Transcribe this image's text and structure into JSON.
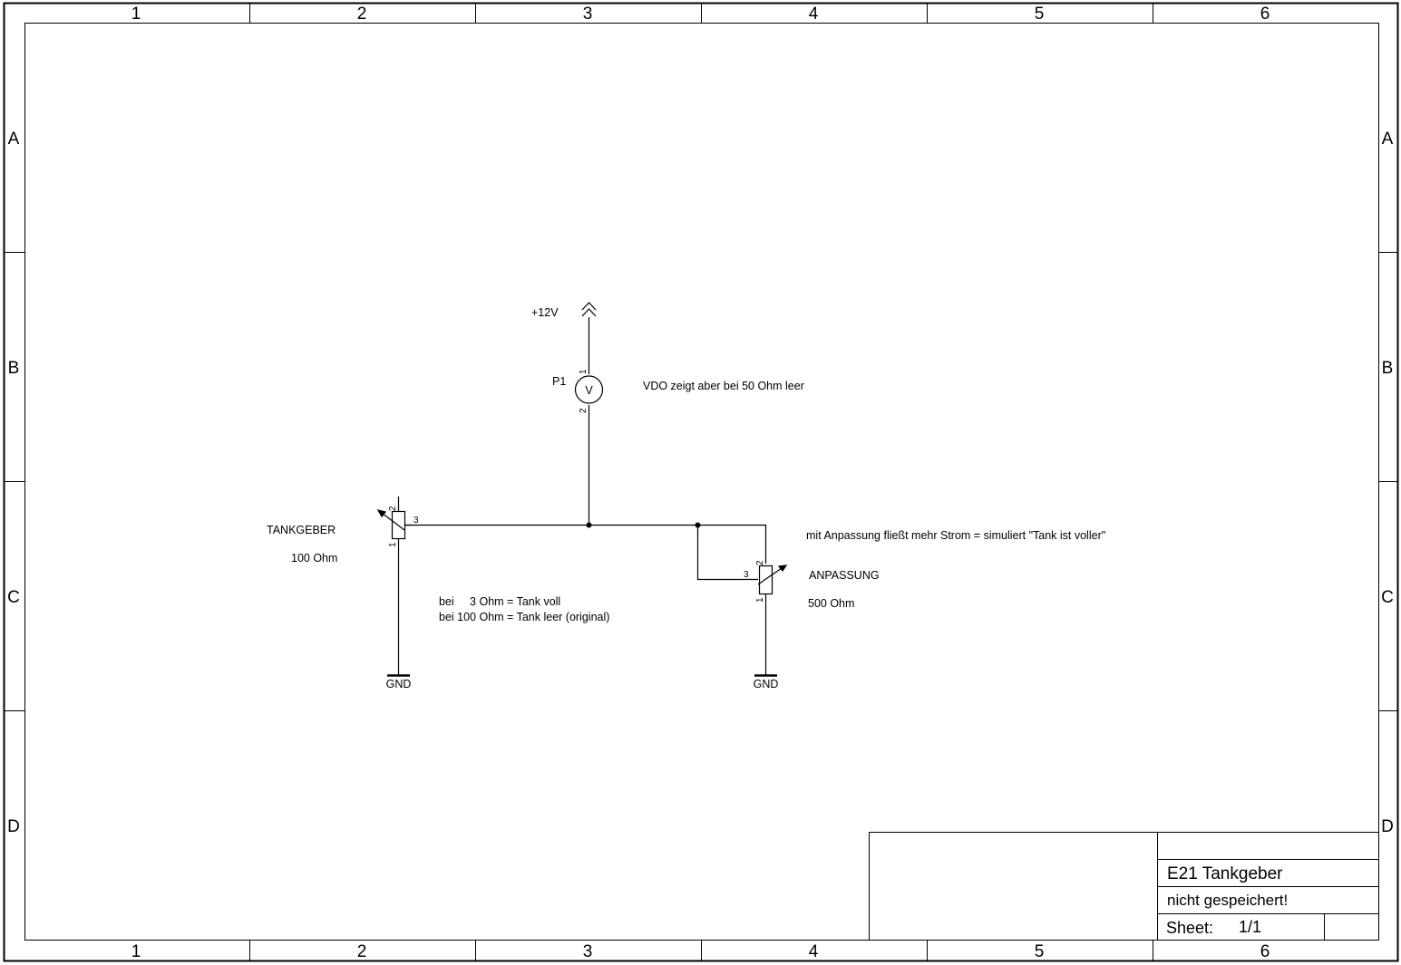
{
  "frame": {
    "columns": [
      "1",
      "2",
      "3",
      "4",
      "5",
      "6"
    ],
    "rows": [
      "A",
      "B",
      "C",
      "D"
    ]
  },
  "supply": {
    "label": "+12V"
  },
  "meter": {
    "ref": "P1",
    "symbol": "V",
    "pin_top": "1",
    "pin_bottom": "2"
  },
  "note_vdo": "VDO zeigt aber bei 50 Ohm leer",
  "tankgeber": {
    "name": "TANKGEBER",
    "value": "100 Ohm",
    "pin1": "1",
    "pin2": "2",
    "pin3": "3"
  },
  "anpassung": {
    "name": "ANPASSUNG",
    "value": "500 Ohm",
    "pin1": "1",
    "pin2": "2",
    "pin3": "3"
  },
  "note_anpassung": "mit Anpassung fließt mehr Strom = simuliert \"Tank ist voller\"",
  "note_tank": {
    "line1": "bei     3 Ohm = Tank voll",
    "line2": "bei 100 Ohm = Tank leer (original)"
  },
  "gnd_left": "GND",
  "gnd_right": "GND",
  "title_block": {
    "title": "E21 Tankgeber",
    "status": "nicht gespeichert!",
    "sheet_label": "Sheet:",
    "sheet_value": "1/1"
  }
}
